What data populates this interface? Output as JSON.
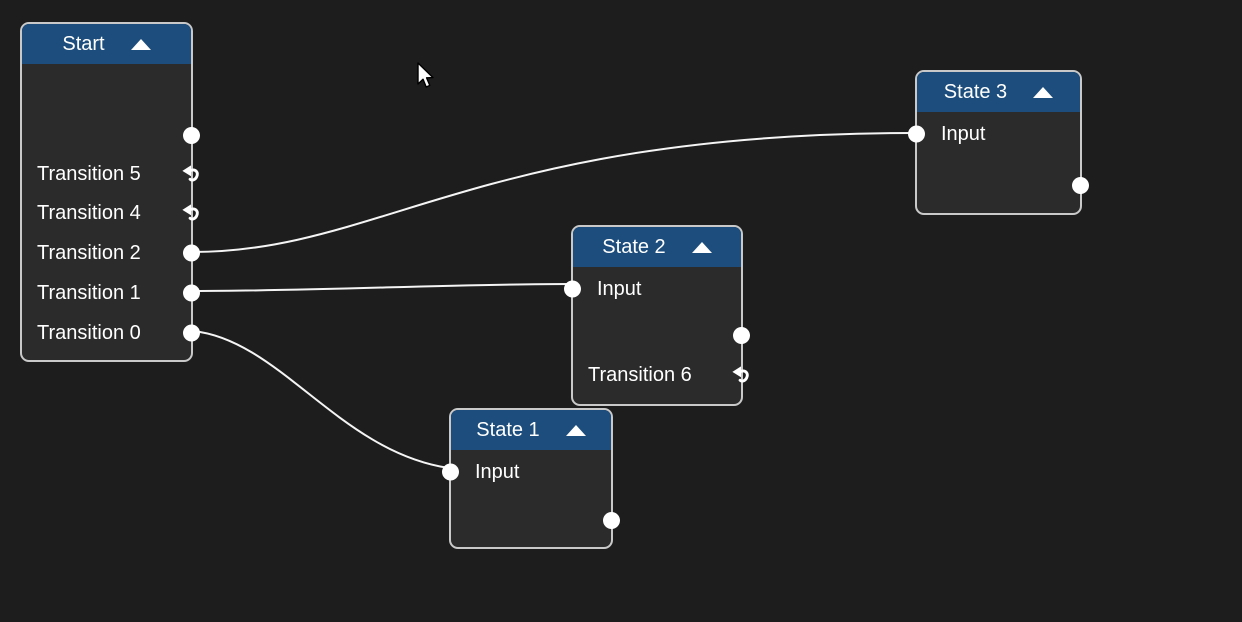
{
  "canvas": {
    "background_color": "#1d1d1d",
    "wire_color": "#f5f5f5"
  },
  "palette": {
    "node_header_blue": "#1c4d7c",
    "node_body": "#2b2b2b",
    "node_border": "#c9c9c9",
    "port_fill": "#ffffff",
    "text_color": "#ffffff"
  },
  "nodes": [
    {
      "id": "start",
      "title": "Start",
      "collapse_icon": "triangle-up",
      "rows": [
        {
          "label": "Transition 5",
          "connector": "loop-arrow"
        },
        {
          "label": "Transition 4",
          "connector": "loop-arrow"
        },
        {
          "label": "Transition 2",
          "connector": "port"
        },
        {
          "label": "Transition 1",
          "connector": "port"
        },
        {
          "label": "Transition 0",
          "connector": "port"
        }
      ]
    },
    {
      "id": "state3",
      "title": "State 3",
      "collapse_icon": "triangle-up",
      "rows": [
        {
          "label": "Input",
          "connector": "port-left"
        }
      ]
    },
    {
      "id": "state2",
      "title": "State 2",
      "collapse_icon": "triangle-up",
      "rows": [
        {
          "label": "Input",
          "connector": "port-left"
        },
        {
          "label": "Transition 6",
          "connector": "loop-arrow"
        }
      ]
    },
    {
      "id": "state1",
      "title": "State 1",
      "collapse_icon": "triangle-up",
      "rows": [
        {
          "label": "Input",
          "connector": "port-left"
        }
      ]
    }
  ],
  "connections": [
    {
      "from": "Start / Transition 2",
      "to": "State 3 / Input"
    },
    {
      "from": "Start / Transition 1",
      "to": "State 2 / Input"
    },
    {
      "from": "Start / Transition 0",
      "to": "State 1 / Input"
    }
  ]
}
